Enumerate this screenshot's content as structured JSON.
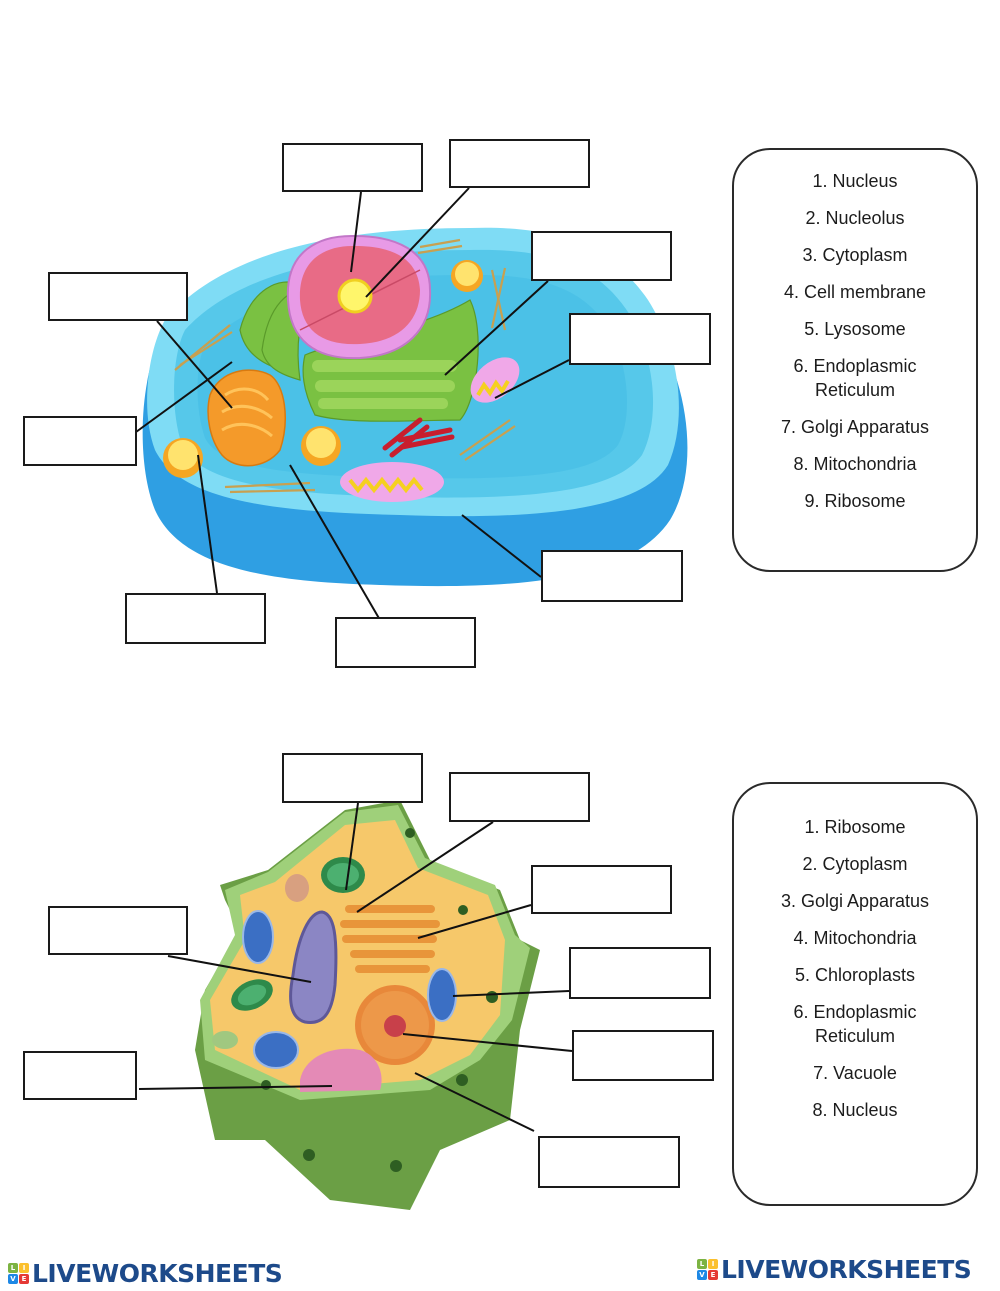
{
  "worksheet": {
    "animal_cell": {
      "word_bank": [
        "1. Nucleus",
        "2. Nucleolus",
        "3. Cytoplasm",
        "4. Cell membrane",
        "5. Lysosome",
        "6. Endoplasmic",
        "Reticulum",
        "7. Golgi Apparatus",
        "8. Mitochondria",
        "9. Ribosome"
      ],
      "label_boxes": [
        {
          "id": "a1",
          "value": ""
        },
        {
          "id": "a2",
          "value": ""
        },
        {
          "id": "a3",
          "value": ""
        },
        {
          "id": "a4",
          "value": ""
        },
        {
          "id": "a5",
          "value": ""
        },
        {
          "id": "a6",
          "value": ""
        },
        {
          "id": "a7",
          "value": ""
        },
        {
          "id": "a8",
          "value": ""
        },
        {
          "id": "a9",
          "value": ""
        }
      ]
    },
    "plant_cell": {
      "word_bank": [
        "1. Ribosome",
        "2. Cytoplasm",
        "3. Golgi Apparatus",
        "4. Mitochondria",
        "5. Chloroplasts",
        "6. Endoplasmic",
        "Reticulum",
        "7. Vacuole",
        "8. Nucleus"
      ],
      "label_boxes": [
        {
          "id": "p1",
          "value": ""
        },
        {
          "id": "p2",
          "value": ""
        },
        {
          "id": "p3",
          "value": ""
        },
        {
          "id": "p4",
          "value": ""
        },
        {
          "id": "p5",
          "value": ""
        },
        {
          "id": "p6",
          "value": ""
        },
        {
          "id": "p7",
          "value": ""
        },
        {
          "id": "p8",
          "value": ""
        }
      ]
    }
  },
  "footer": {
    "brand_left": "LIVEWORKSHEETS",
    "brand_right": "LIVEWORKSHEETS",
    "logo_tiles": [
      "L",
      "I",
      "V",
      "E"
    ],
    "logo_colors": [
      "#7cb342",
      "#fbc02d",
      "#1e88e5",
      "#e53935"
    ],
    "brand_color": "#1d4a8a"
  }
}
